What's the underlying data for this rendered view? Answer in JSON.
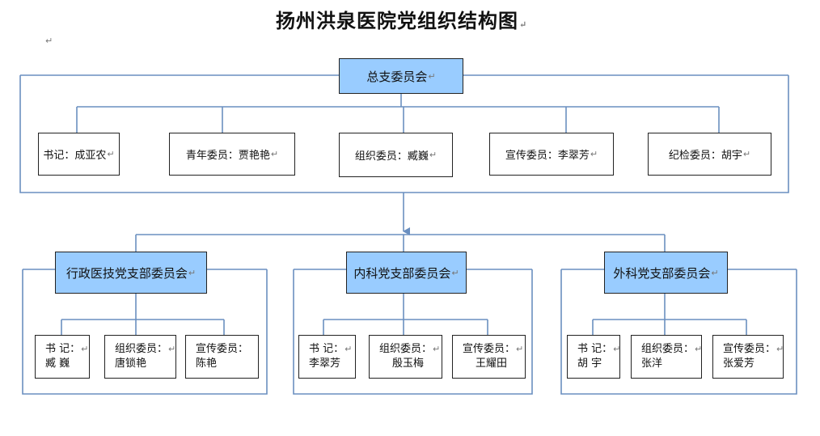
{
  "title": "扬州洪泉医院党组织结构图",
  "para_mark": "↵",
  "general": {
    "label": "总支委员会",
    "members": [
      {
        "text": "书记：成亚农"
      },
      {
        "text": "青年委员：贾艳艳"
      },
      {
        "text": "组织委员：臧巍"
      },
      {
        "text": "宣传委员：李翠芳"
      },
      {
        "text": "纪检委员：胡宇"
      }
    ]
  },
  "branches": [
    {
      "label": "行政医技党支部委员会",
      "members": [
        {
          "role": "书 记：",
          "name": "臧   巍"
        },
        {
          "role": "组织委员：",
          "name": "唐锁艳"
        },
        {
          "role": "宣传委员：",
          "name": "陈艳"
        }
      ]
    },
    {
      "label": "内科党支部委员会",
      "members": [
        {
          "role": "书 记：",
          "name": "李翠芳"
        },
        {
          "role": "组织委员：",
          "name": "殷玉梅"
        },
        {
          "role": "宣传委员：",
          "name": "王耀田"
        }
      ]
    },
    {
      "label": "外科党支部委员会",
      "members": [
        {
          "role": "书 记：",
          "name": "胡   宇"
        },
        {
          "role": "组织委员：",
          "name": "张洋"
        },
        {
          "role": "宣传委员：",
          "name": "张爱芳"
        }
      ]
    }
  ]
}
